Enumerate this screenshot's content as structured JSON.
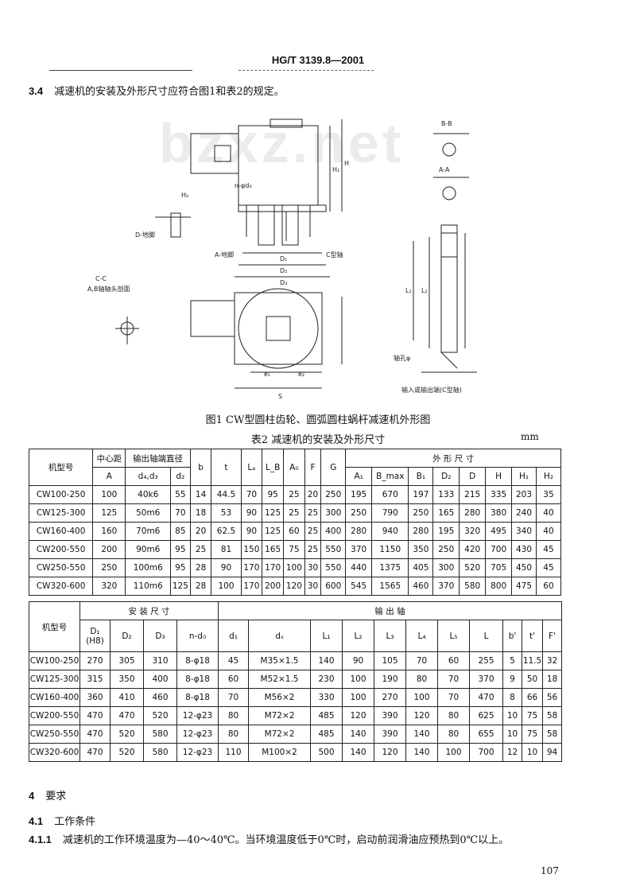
{
  "header": "HG/T 3139.8—2001",
  "clause_3_4": {
    "num": "3.4",
    "text": "减速机的安装及外形尺寸应符合图1和表2的规定。"
  },
  "watermark": "bzxz.net",
  "figure": {
    "caption": "图1  CW型圆柱齿轮、圆弧圆柱蜗杆减速机外形图",
    "labels": {
      "bb": "B-B",
      "aa": "A-A",
      "cc": "C-C",
      "ab_axis": "A,B轴轴头剖面",
      "d_bolt": "D-地脚",
      "a_bolt": "A-地脚",
      "c_shaft": "C型轴",
      "n_phi": "n-φd₀",
      "hole": "轴孔φ",
      "shaft_note": "输入或输出端(C型轴)",
      "s": "S",
      "e1": "e₁",
      "e2": "e₂",
      "d1": "D₁",
      "d2": "D₂",
      "d3": "D₃",
      "h": "H",
      "h1": "H₁",
      "h2": "H₂",
      "l1": "L₁",
      "l2": "L₂"
    }
  },
  "table": {
    "caption": "表2  减速机的安装及外形尺寸",
    "unit": "mm",
    "part1": {
      "h_model": "机型号",
      "h_center": "中心距",
      "h_center_sub": "A",
      "h_shaft": "输出轴端直径",
      "h_d4d3": "d₄,d₃",
      "h_d2": "d₂",
      "h_b": "b",
      "h_t": "t",
      "h_la": "Lₐ",
      "h_lb": "L_B",
      "h_a0": "A₀",
      "h_f": "F",
      "h_g": "G",
      "h_outer": "外 形 尺 寸",
      "h_outer_cols": [
        "A₁",
        "B_max",
        "B₁",
        "D₂",
        "D",
        "H",
        "H₁",
        "H₂"
      ],
      "rows": [
        [
          "CW100-250",
          "100",
          "40k6",
          "55",
          "14",
          "44.5",
          "70",
          "95",
          "25",
          "20",
          "250",
          "195",
          "670",
          "197",
          "133",
          "215",
          "335",
          "203",
          "35"
        ],
        [
          "CW125-300",
          "125",
          "50m6",
          "70",
          "18",
          "53",
          "90",
          "125",
          "25",
          "25",
          "300",
          "250",
          "790",
          "250",
          "165",
          "280",
          "380",
          "240",
          "40"
        ],
        [
          "CW160-400",
          "160",
          "70m6",
          "85",
          "20",
          "62.5",
          "90",
          "125",
          "60",
          "25",
          "400",
          "280",
          "940",
          "280",
          "195",
          "320",
          "495",
          "340",
          "40"
        ],
        [
          "CW200-550",
          "200",
          "90m6",
          "95",
          "25",
          "81",
          "150",
          "165",
          "75",
          "25",
          "550",
          "370",
          "1150",
          "350",
          "250",
          "420",
          "700",
          "430",
          "45"
        ],
        [
          "CW250-550",
          "250",
          "100m6",
          "95",
          "28",
          "90",
          "170",
          "170",
          "100",
          "30",
          "550",
          "440",
          "1375",
          "405",
          "300",
          "520",
          "705",
          "450",
          "45"
        ],
        [
          "CW320-600",
          "320",
          "110m6",
          "125",
          "28",
          "100",
          "170",
          "200",
          "120",
          "30",
          "600",
          "545",
          "1565",
          "460",
          "370",
          "580",
          "800",
          "475",
          "60"
        ]
      ]
    },
    "part2": {
      "h_model": "机型号",
      "h_install": "安 装 尺 寸",
      "h_d1": "D₁",
      "h_d1_sub": "(H8)",
      "h_d2": "D₂",
      "h_d3": "D₃",
      "h_nd0": "n-d₀",
      "h_d1s": "d₁",
      "h_shaft": "输 出 轴",
      "h_ds": "dₛ",
      "h_l1": "L₁",
      "h_l2": "L₂",
      "h_l3": "L₃",
      "h_l4": "L₄",
      "h_l5": "L₅",
      "h_l": "L",
      "h_b2": "b'",
      "h_t2": "t'",
      "h_f2": "F'",
      "rows": [
        [
          "CW100-250",
          "270",
          "305",
          "310",
          "8-φ18",
          "45",
          "M35×1.5",
          "140",
          "90",
          "105",
          "70",
          "60",
          "255",
          "5",
          "11.5",
          "32"
        ],
        [
          "CW125-300",
          "315",
          "350",
          "400",
          "8-φ18",
          "60",
          "M52×1.5",
          "230",
          "100",
          "190",
          "80",
          "70",
          "370",
          "9",
          "50",
          "18"
        ],
        [
          "CW160-400",
          "360",
          "410",
          "460",
          "8-φ18",
          "70",
          "M56×2",
          "330",
          "100",
          "270",
          "100",
          "70",
          "470",
          "8",
          "66",
          "56"
        ],
        [
          "CW200-550",
          "470",
          "470",
          "520",
          "12-φ23",
          "80",
          "M72×2",
          "485",
          "120",
          "390",
          "120",
          "80",
          "625",
          "10",
          "75",
          "58"
        ],
        [
          "CW250-550",
          "470",
          "520",
          "580",
          "12-φ23",
          "80",
          "M72×2",
          "485",
          "140",
          "390",
          "140",
          "80",
          "655",
          "10",
          "75",
          "58"
        ],
        [
          "CW320-600",
          "470",
          "520",
          "580",
          "12-φ23",
          "110",
          "M100×2",
          "500",
          "140",
          "120",
          "140",
          "100",
          "700",
          "12",
          "10",
          "94"
        ]
      ]
    }
  },
  "section4": {
    "num": "4",
    "title": "要求"
  },
  "section4_1": {
    "num": "4.1",
    "title": "工作条件"
  },
  "clause4_1_1": {
    "num": "4.1.1",
    "text": "减速机的工作环境温度为—40～40℃。当环境温度低于0℃时，启动前润滑油应预热到0℃以上。"
  },
  "page_number": "107"
}
